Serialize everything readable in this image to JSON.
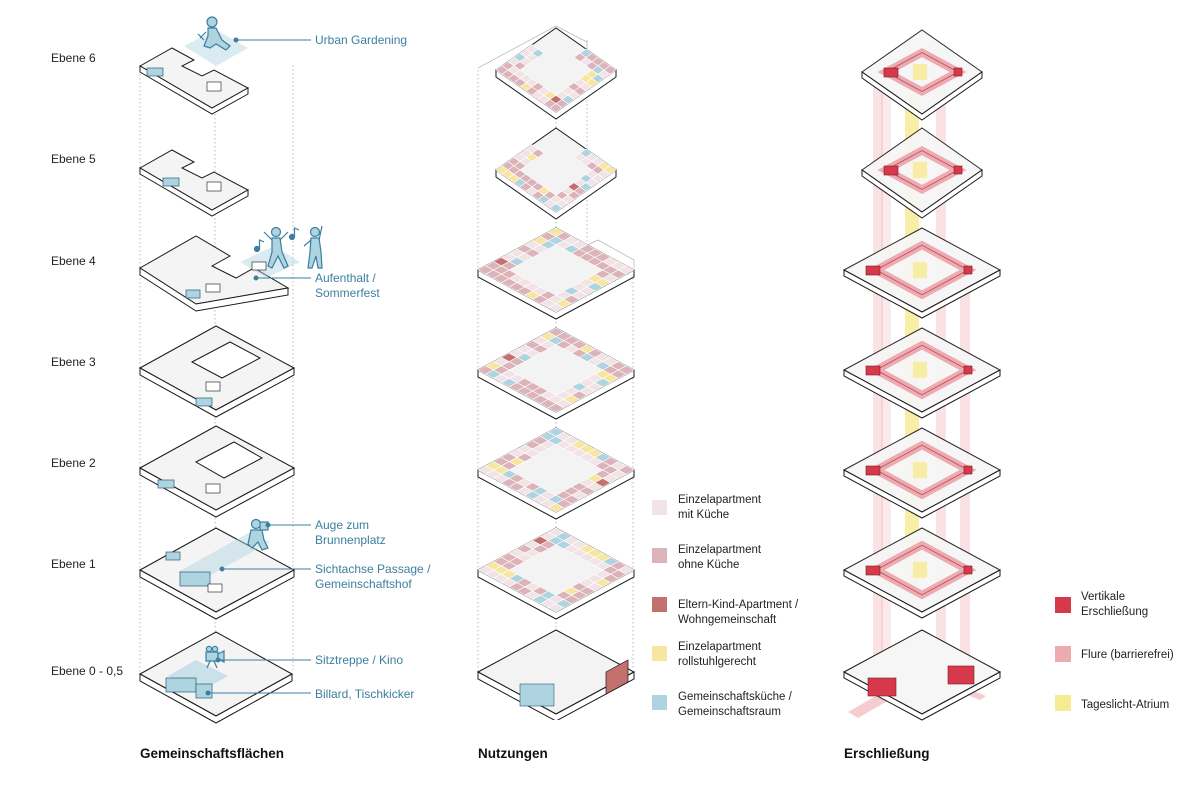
{
  "levels": [
    "Ebene 6",
    "Ebene 5",
    "Ebene 4",
    "Ebene 3",
    "Ebene 2",
    "Ebene 1",
    "Ebene 0 - 0,5"
  ],
  "columns": {
    "c1": "Gemeinschaftsflächen",
    "c2": "Nutzungen",
    "c3": "Erschließung"
  },
  "annotations": {
    "urban": "Urban Gardening",
    "aufenthalt_1": "Aufenthalt /",
    "aufenthalt_2": "Sommerfest",
    "auge_1": "Auge zum",
    "auge_2": "Brunnenplatz",
    "sicht_1": "Sichtachse Passage /",
    "sicht_2": "Gemeinschaftshof",
    "sitz": "Sitztreppe / Kino",
    "billard": "Billard, Tischkicker"
  },
  "legend_uses": [
    {
      "line1": "Einzelapartment",
      "line2": "mit Küche",
      "color": "#f1e3e6"
    },
    {
      "line1": "Einzelapartment",
      "line2": "ohne Küche",
      "color": "#dcb3b9"
    },
    {
      "line1": "Eltern-Kind-Apartment /",
      "line2": "Wohngemeinschaft",
      "color": "#c4706e"
    },
    {
      "line1": "Einzelapartment",
      "line2": "rollstuhlgerecht",
      "color": "#f7e6a0"
    },
    {
      "line1": "Gemeinschaftsküche /",
      "line2": "Gemeinschaftsraum",
      "color": "#aed3e1"
    }
  ],
  "legend_access": [
    {
      "line1": "Vertikale",
      "line2": "Erschließung",
      "color": "#d6394a"
    },
    {
      "line1": "Flure (barrierefrei)",
      "line2": "",
      "color": "#eeaab1"
    },
    {
      "line1": "Tageslicht-Atrium",
      "line2": "",
      "color": "#f8eb95"
    }
  ],
  "colors": {
    "community_blue": "#aed3e1",
    "annotation_blue": "#3c7f9e",
    "slab_top": "#f4f4f4",
    "slab_side": "#ffffff",
    "outline": "#1a1a1a"
  }
}
